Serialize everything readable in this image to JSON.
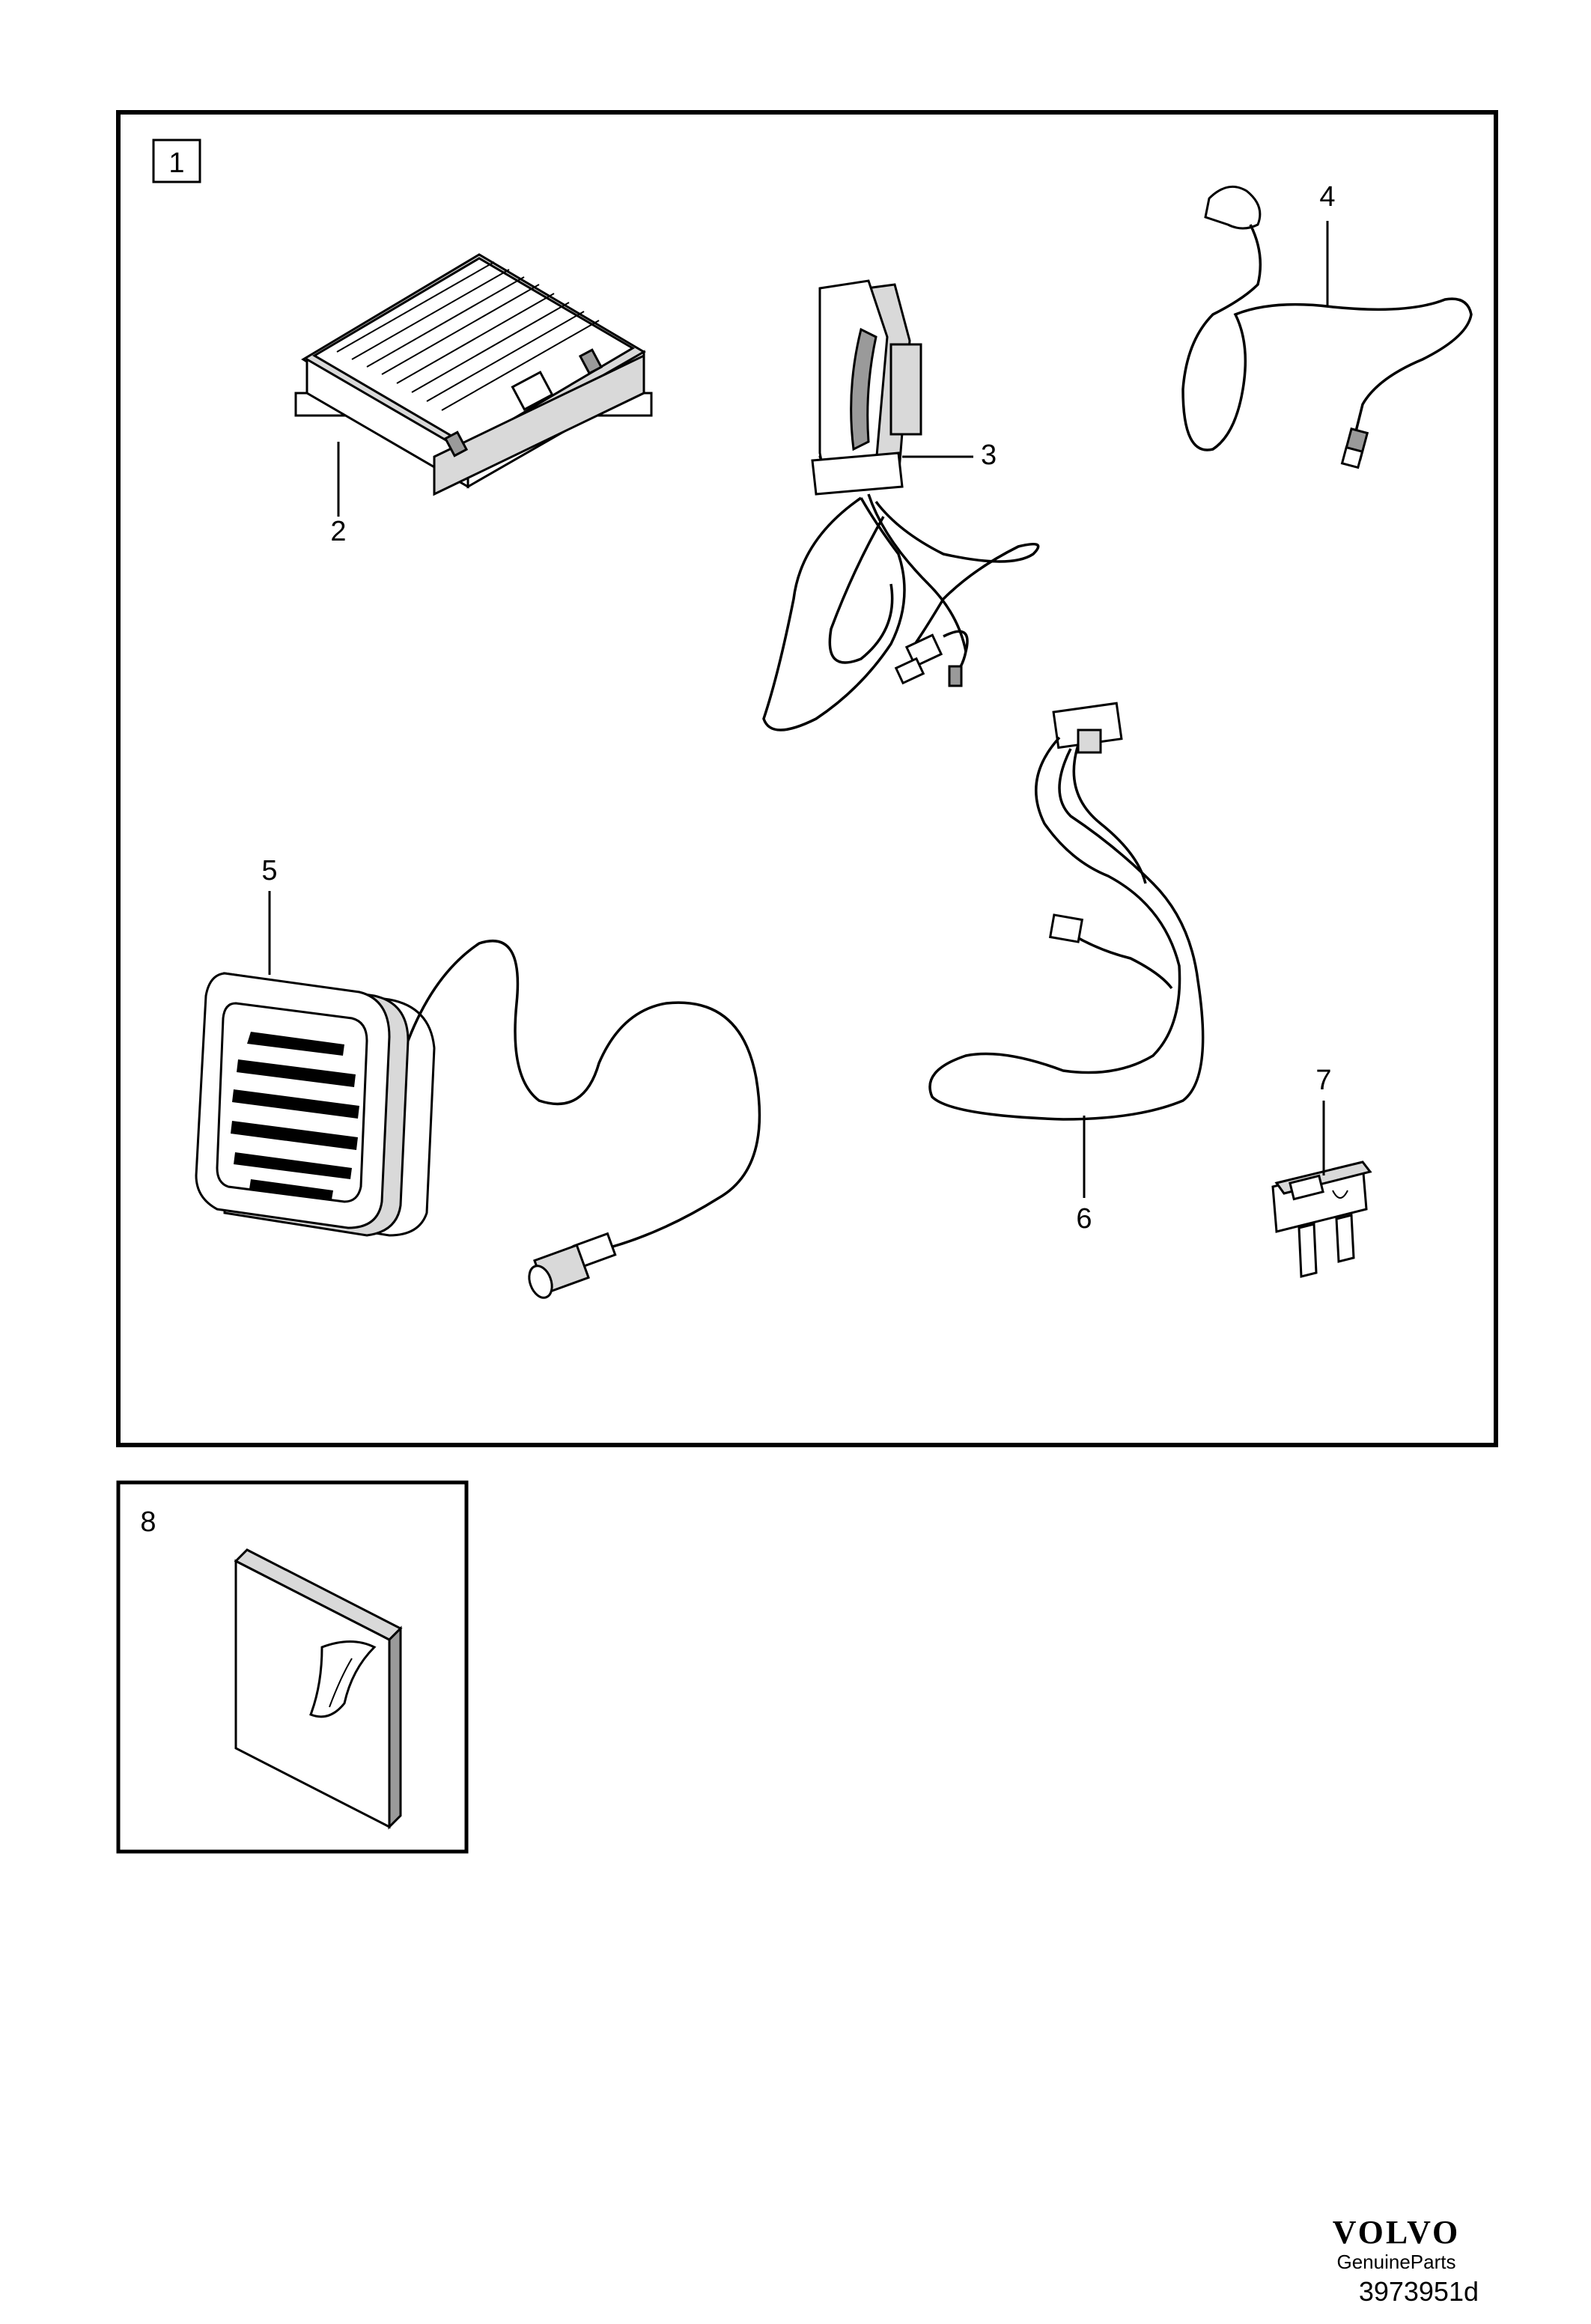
{
  "panel_main": {
    "label": "1"
  },
  "panel_secondary": {
    "label": "8"
  },
  "callouts": [
    {
      "id": "2",
      "part": "control-unit"
    },
    {
      "id": "3",
      "part": "phone-holder-with-cable"
    },
    {
      "id": "4",
      "part": "microphone-cable"
    },
    {
      "id": "5",
      "part": "loudspeaker"
    },
    {
      "id": "6",
      "part": "wiring-harness"
    },
    {
      "id": "7",
      "part": "fuse"
    },
    {
      "id": "8",
      "part": "adhesive-pad"
    }
  ],
  "brand": {
    "logo": "VOLVO",
    "subtitle": "GenuineParts"
  },
  "drawing_number": "3973951d"
}
